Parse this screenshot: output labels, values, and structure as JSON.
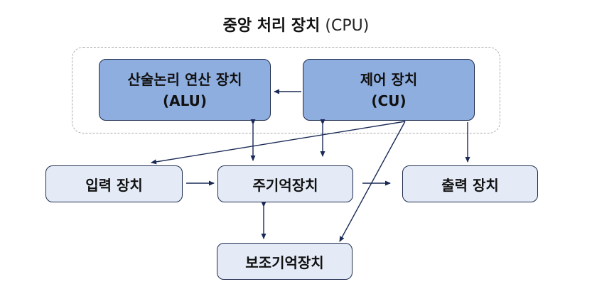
{
  "title": {
    "main": "중앙 처리 장치",
    "sub": "(CPU)"
  },
  "alu": {
    "line1": "산술논리 연산 장치",
    "line2": "(ALU)"
  },
  "cu": {
    "line1": "제어 장치",
    "line2": "(CU)"
  },
  "input": {
    "label": "입력 장치"
  },
  "main_memory": {
    "label": "주기억장치"
  },
  "output": {
    "label": "출력 장치"
  },
  "aux_memory": {
    "label": "보조기억장치"
  },
  "colors": {
    "dark_box": "#8faee0",
    "light_box": "#e4ebf7",
    "border": "#1f2d4d",
    "arrow": "#1a2a55",
    "frame": "#a9a9a9"
  }
}
